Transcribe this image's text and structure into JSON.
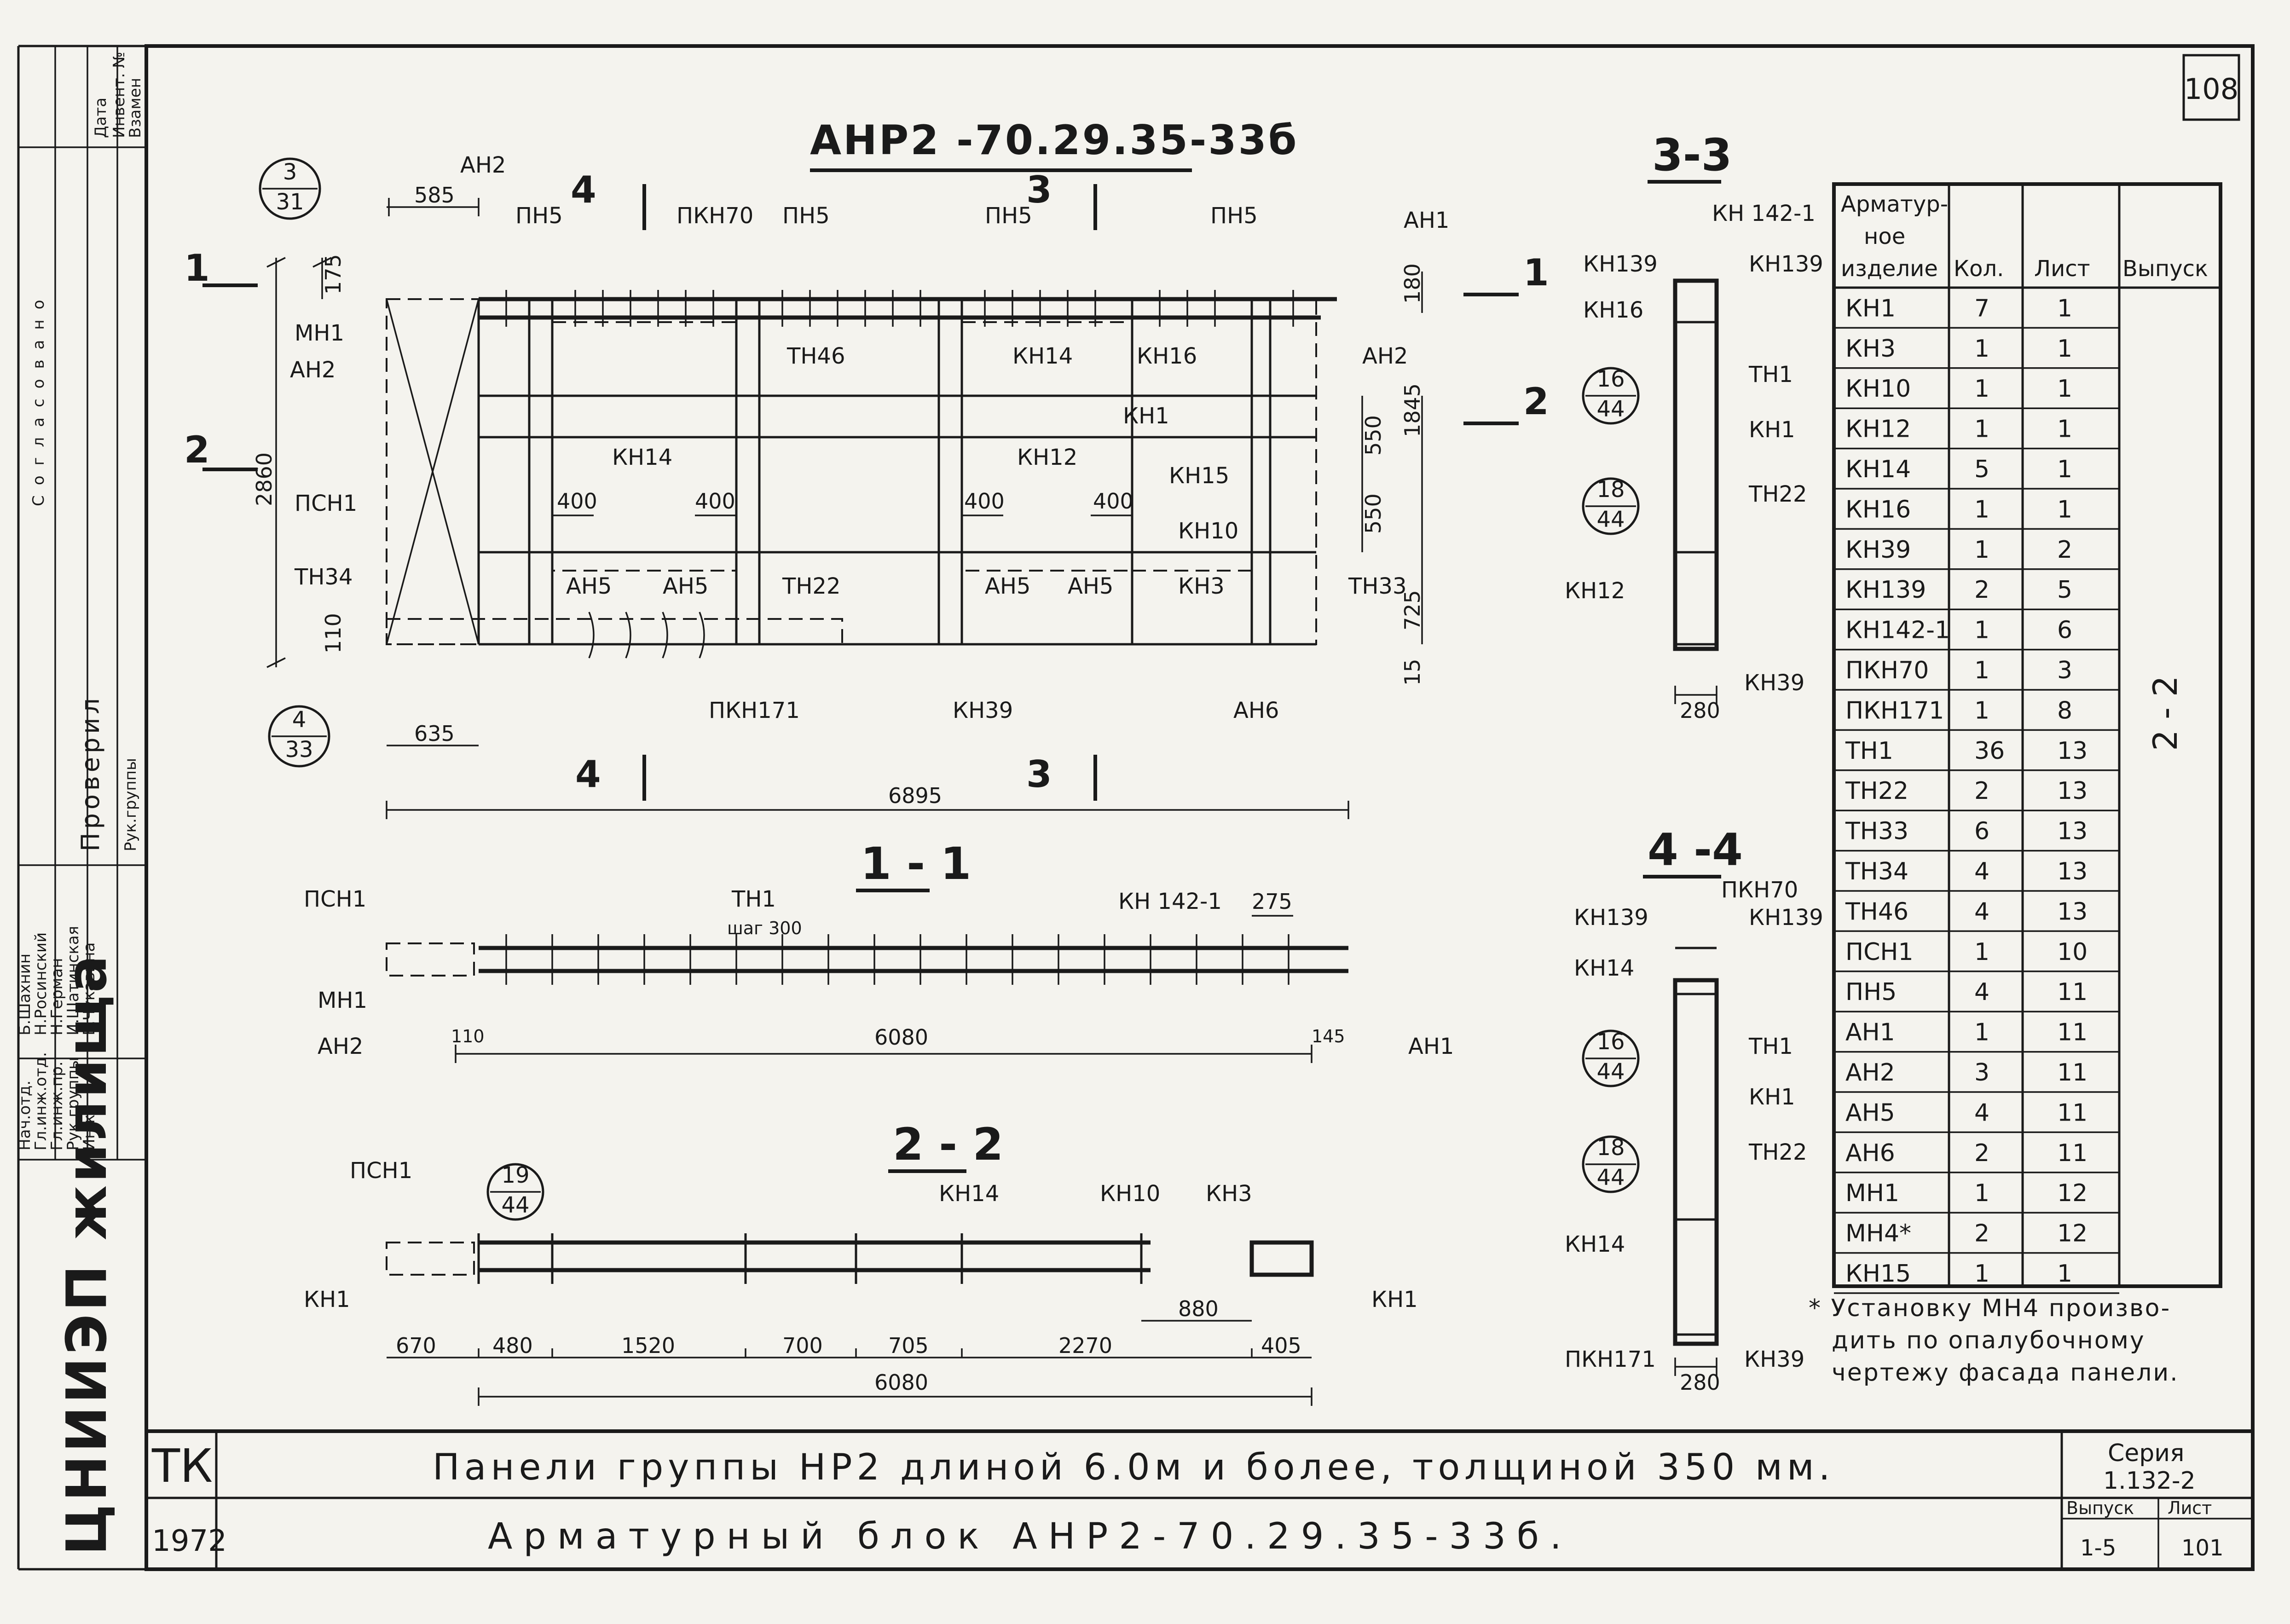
{
  "sheet": {
    "page_number": "108",
    "block_title": "АНР2 -70.29.35-33б",
    "footnote_lines": [
      "* Установку МН4 произво-",
      "дить по опалубочному",
      "чертежу фасада панели."
    ],
    "side_table_label": "2 - 2"
  },
  "sections": {
    "s11": "1 - 1",
    "s22": "2 - 2",
    "s33": "3-3",
    "s44": "4 -4",
    "cut1": "1",
    "cut2": "2",
    "cut3": "3",
    "cut4": "4"
  },
  "callouts": {
    "c1": {
      "top": "3",
      "bottom": "31"
    },
    "c2": {
      "top": "4",
      "bottom": "33"
    },
    "c3": {
      "top": "16",
      "bottom": "44"
    },
    "c4": {
      "top": "18",
      "bottom": "44"
    },
    "c5": {
      "top": "16",
      "bottom": "44"
    },
    "c6": {
      "top": "18",
      "bottom": "44"
    },
    "c7": {
      "top": "19",
      "bottom": "44"
    }
  },
  "elevation": {
    "labels": [
      "АН2",
      "ПН5",
      "ПКН70",
      "ПН5",
      "ПН5",
      "ПН5",
      "АН1",
      "МН1",
      "АН2",
      "ТН46",
      "КН14",
      "КН16",
      "АН2",
      "КН1",
      "ПСН1",
      "КН14",
      "КН12",
      "КН15",
      "КН10",
      "ТН34",
      "АН5",
      "АН5",
      "ТН22",
      "АН5",
      "АН5",
      "КН3",
      "ТН33",
      "ПКН171",
      "КН39",
      "АН6"
    ],
    "dims": [
      "585",
      "175",
      "180",
      "2860",
      "1845",
      "550",
      "550",
      "725",
      "15",
      "110",
      "400",
      "400",
      "400",
      "400",
      "635",
      "6895"
    ]
  },
  "section11": {
    "labels": [
      "ПСН1",
      "ТН1",
      "шаг 300",
      "КН 142-1",
      "МН1",
      "АН2",
      "АН1"
    ],
    "dims": [
      "275",
      "110",
      "6080",
      "145"
    ]
  },
  "section22": {
    "labels": [
      "ПСН1",
      "КН14",
      "КН10",
      "КН3",
      "КН1",
      "КН1"
    ],
    "dims": [
      "670",
      "480",
      "1520",
      "700",
      "705",
      "2270",
      "880",
      "405",
      "6080"
    ]
  },
  "section33": {
    "labels": [
      "КН 142-1",
      "КН139",
      "КН139",
      "КН16",
      "ТН1",
      "КН1",
      "ТН22",
      "КН12",
      "КН39"
    ],
    "dims": [
      "280"
    ]
  },
  "section44": {
    "labels": [
      "ПКН70",
      "КН139",
      "КН139",
      "КН14",
      "ТН1",
      "КН1",
      "ТН22",
      "КН14",
      "ПКН171",
      "КН39"
    ],
    "dims": [
      "280"
    ]
  },
  "spec_table": {
    "headers": [
      "Арматур-",
      "ное",
      "изделие",
      "Кол.",
      "Лист",
      "Выпуск"
    ],
    "rows": [
      [
        "КН1",
        "7",
        "1"
      ],
      [
        "КН3",
        "1",
        "1"
      ],
      [
        "КН10",
        "1",
        "1"
      ],
      [
        "КН12",
        "1",
        "1"
      ],
      [
        "КН14",
        "5",
        "1"
      ],
      [
        "КН16",
        "1",
        "1"
      ],
      [
        "КН39",
        "1",
        "2"
      ],
      [
        "КН139",
        "2",
        "5"
      ],
      [
        "КН142-1",
        "1",
        "6"
      ],
      [
        "ПКН70",
        "1",
        "3"
      ],
      [
        "ПКН171",
        "1",
        "8"
      ],
      [
        "ТН1",
        "36",
        "13"
      ],
      [
        "ТН22",
        "2",
        "13"
      ],
      [
        "ТН33",
        "6",
        "13"
      ],
      [
        "ТН34",
        "4",
        "13"
      ],
      [
        "ТН46",
        "4",
        "13"
      ],
      [
        "ПСН1",
        "1",
        "10"
      ],
      [
        "ПН5",
        "4",
        "11"
      ],
      [
        "АН1",
        "1",
        "11"
      ],
      [
        "АН2",
        "3",
        "11"
      ],
      [
        "АН5",
        "4",
        "11"
      ],
      [
        "АН6",
        "2",
        "11"
      ],
      [
        "МН1",
        "1",
        "12"
      ],
      [
        "МН4*",
        "2",
        "12"
      ],
      [
        "КН15",
        "1",
        "1"
      ]
    ]
  },
  "title_block": {
    "org_code": "ТК",
    "year": "1972",
    "title_line1": "Панели группы НР2 длиной 6.0м и более, толщиной 350 мм.",
    "title_line2": "Арматурный блок АНР2-70.29.35-33б.",
    "series_label": "Серия",
    "series_value": "1.132-2",
    "issue_label": "Выпуск",
    "issue_value": "1-5",
    "sheet_label": "Лист",
    "sheet_value": "101",
    "institute": "ЦНИИЭП жилища"
  },
  "side_stamp": {
    "col1": [
      "Дата",
      "Инвент. №",
      "Взамен"
    ],
    "checked_label": "Проверил",
    "roles": [
      "Нач.отд.",
      "Гл.инж.отд.",
      "Гл.инж.пр.",
      "Рук.группы",
      "Инж."
    ],
    "names": [
      "Б.Шахнин",
      "Н.Росинский",
      "Н.Герман",
      "И.Шатинская",
      "Е.Чукавина"
    ],
    "rukgroup": "Рук.группы",
    "approved": "Согласовано"
  }
}
